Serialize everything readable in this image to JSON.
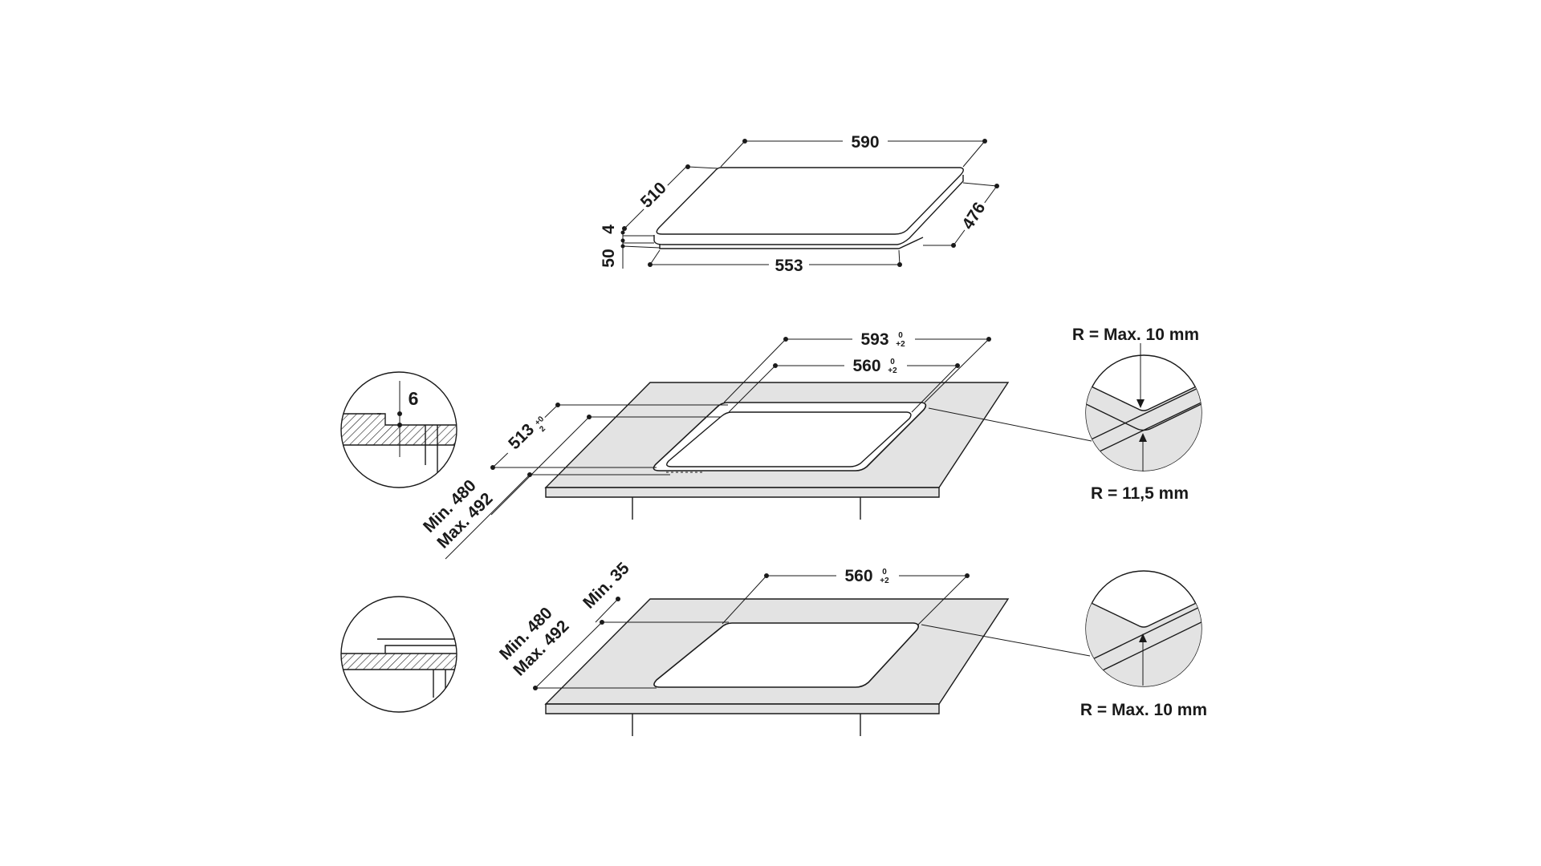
{
  "colors": {
    "ink": "#1a1a1a",
    "worktop": "#e3e3e3",
    "background": "#ffffff"
  },
  "hob": {
    "width": "590",
    "depth": "510",
    "base_width": "553",
    "base_depth": "476",
    "glass_thickness": "4",
    "total_height": "50"
  },
  "cutout_flush": {
    "outer_width": "593",
    "inner_width": "560",
    "depth": "513",
    "tol_upper": "0",
    "tol_lower": "+2",
    "tol_depth_upper": "+0",
    "tol_depth_lower": "2",
    "edge_min": "Min. 480",
    "edge_max": "Max. 492",
    "rebate_depth": "6",
    "radius_outer": "R = Max. 10 mm",
    "radius_inner": "R = 11,5 mm"
  },
  "cutout_standard": {
    "width": "560",
    "tol_upper": "0",
    "tol_lower": "+2",
    "edge_min": "Min. 480",
    "edge_max": "Max. 492",
    "front_min": "Min. 35",
    "radius": "R = Max. 10 mm"
  }
}
